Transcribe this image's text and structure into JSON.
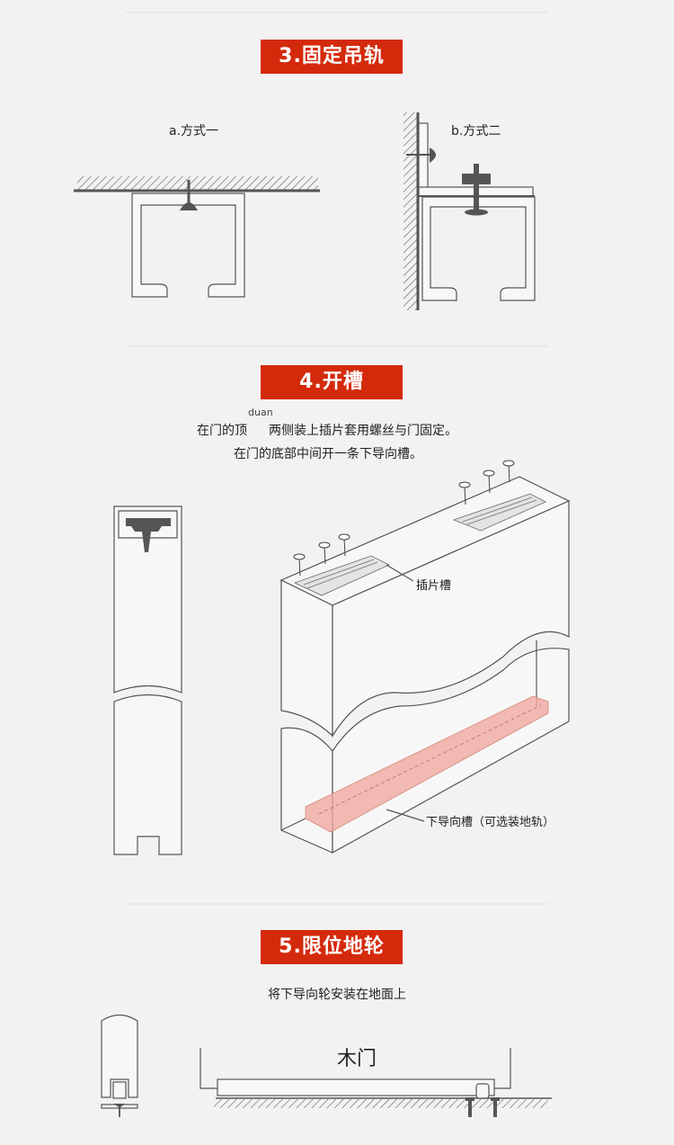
{
  "sections": [
    {
      "title": "3.固定吊轨",
      "method_a": "a.方式一",
      "method_b": "b.方式二"
    },
    {
      "title": "4.开槽",
      "pinyin": "duan",
      "line1_part1": "在门的顶",
      "line1_part2": "两侧装上插片套用螺丝与门固定。",
      "line2": "在门的底部中间开一条下导向槽。",
      "label_slot": "插片槽",
      "label_groove": "下导向槽（可选装地轨）"
    },
    {
      "title": "5.限位地轮",
      "desc": "将下导向轮安装在地面上",
      "door_label": "木门"
    }
  ],
  "colors": {
    "badge": "#d42a0c",
    "groove": "#f0a8a0",
    "background": "#f2f2f2"
  }
}
